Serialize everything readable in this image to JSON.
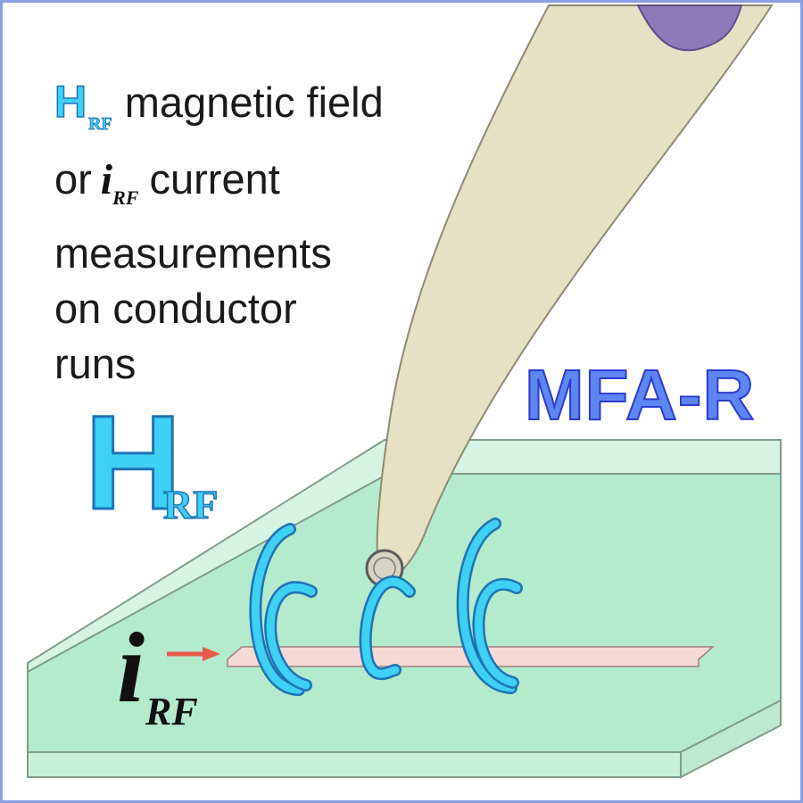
{
  "caption": {
    "h_symbol": "H",
    "h_subscript": "RF",
    "line1_text": "magnetic field",
    "or_word": "or",
    "i_symbol": "i",
    "i_subscript": "RF",
    "line2_text": "current",
    "line3": "measurements",
    "line4": "on conductor",
    "line5": "runs"
  },
  "brand_label": "MFA-R",
  "field_label": {
    "symbol": "H",
    "subscript": "RF"
  },
  "current_label": {
    "symbol": "i",
    "subscript": "RF"
  },
  "colors": {
    "frame": "#8a9ee0",
    "board_top": "#b4ebcc",
    "board_edge": "#c8f0dc",
    "probe": "#e6e1c4",
    "probe_cap": "#8e7ab8",
    "field_loops": "#3fd0f5",
    "conductor": "#f6d8d4",
    "arrow": "#e85a4a",
    "brand_fill": "#5e86f2",
    "brand_stroke": "#2d3bd0"
  },
  "icons": [
    "field-loop-icon",
    "current-arrow-icon",
    "probe-tip-icon"
  ]
}
